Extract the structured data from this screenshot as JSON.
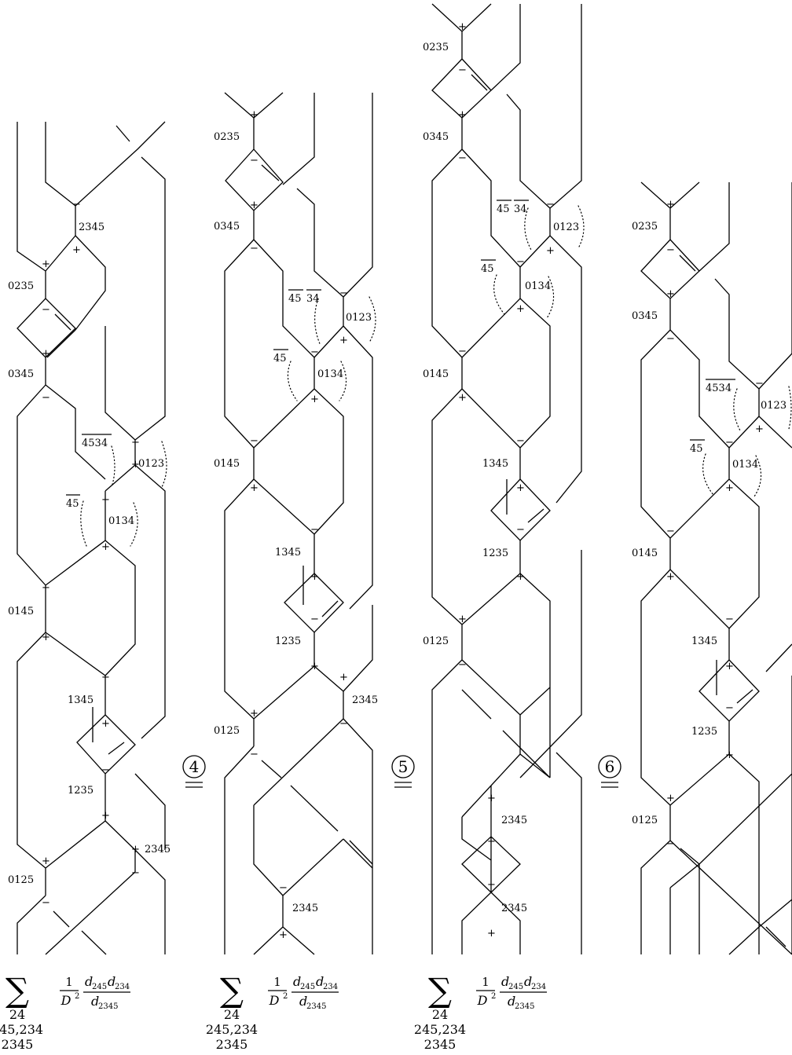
{
  "labels": {
    "l0235": "0235",
    "l0345": "0345",
    "l2345": "2345",
    "l0123": "0123",
    "l0134": "0134",
    "l0145": "0145",
    "l1345": "1345",
    "l1235": "1235",
    "l0125": "0125",
    "l4534": "4534",
    "l45": "45",
    "l34": "34"
  },
  "signs": {
    "plus": "+",
    "minus": "−"
  },
  "steps": [
    "4",
    "5",
    "6"
  ],
  "formula": {
    "sum": "∑",
    "sub1": "24",
    "sub2": "245,234",
    "sub3": "2345",
    "num1": "1",
    "den1": "D",
    "den1_sup": "2",
    "d": "d",
    "num_sub_a": "245",
    "num_sub_b": "234",
    "den_sub": "2345"
  }
}
